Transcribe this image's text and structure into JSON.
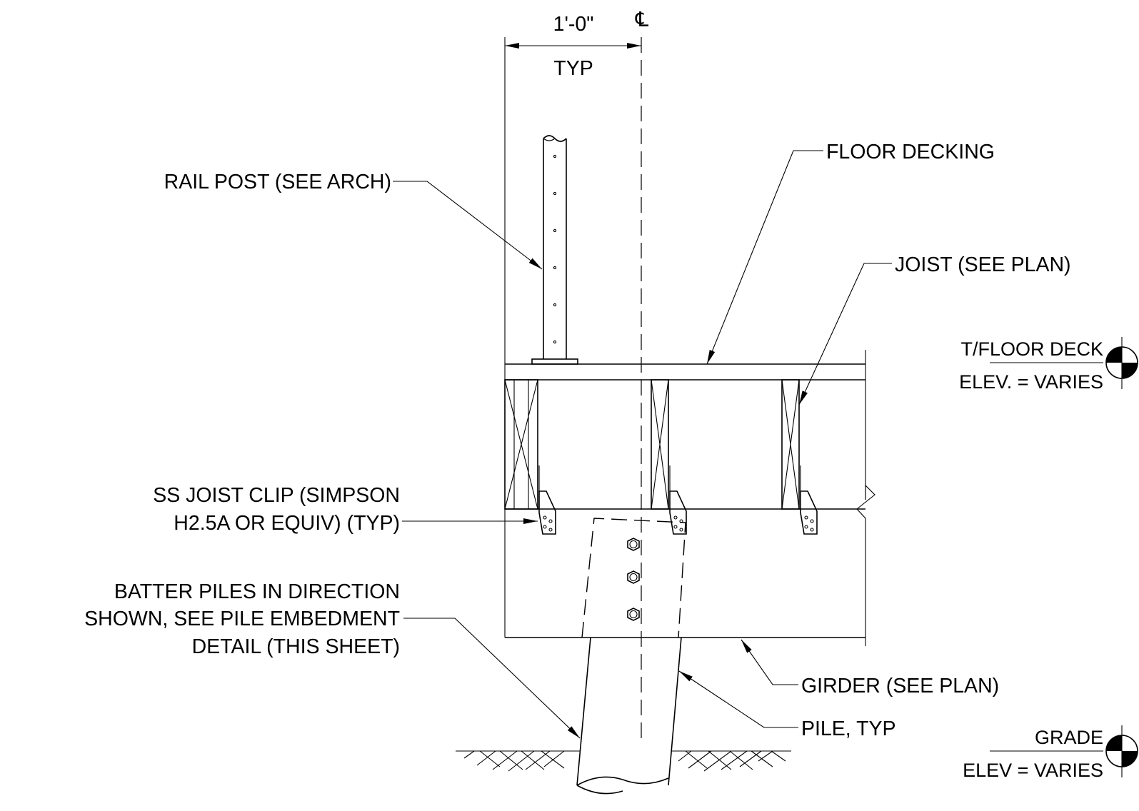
{
  "dimension": {
    "value": "1'-0\"",
    "note": "TYP",
    "centerline_symbol": "℄"
  },
  "labels": {
    "rail_post": "RAIL POST (SEE ARCH)",
    "floor_decking": "FLOOR DECKING",
    "joist": "JOIST (SEE PLAN)",
    "joist_clip_line1": "SS JOIST CLIP (SIMPSON",
    "joist_clip_line2": "H2.5A OR EQUIV) (TYP)",
    "batter_line1": "BATTER PILES IN DIRECTION",
    "batter_line2": "SHOWN, SEE PILE EMBEDMENT",
    "batter_line3": "DETAIL (THIS SHEET)",
    "girder": "GIRDER (SEE PLAN)",
    "pile": "PILE, TYP"
  },
  "elevations": {
    "floor_deck_name": "T/FLOOR DECK",
    "floor_deck_value": "ELEV. = VARIES",
    "grade_name": "GRADE",
    "grade_value": "ELEV = VARIES"
  },
  "colors": {
    "line": "#000000",
    "background": "#ffffff",
    "target_fill": "#000000"
  }
}
